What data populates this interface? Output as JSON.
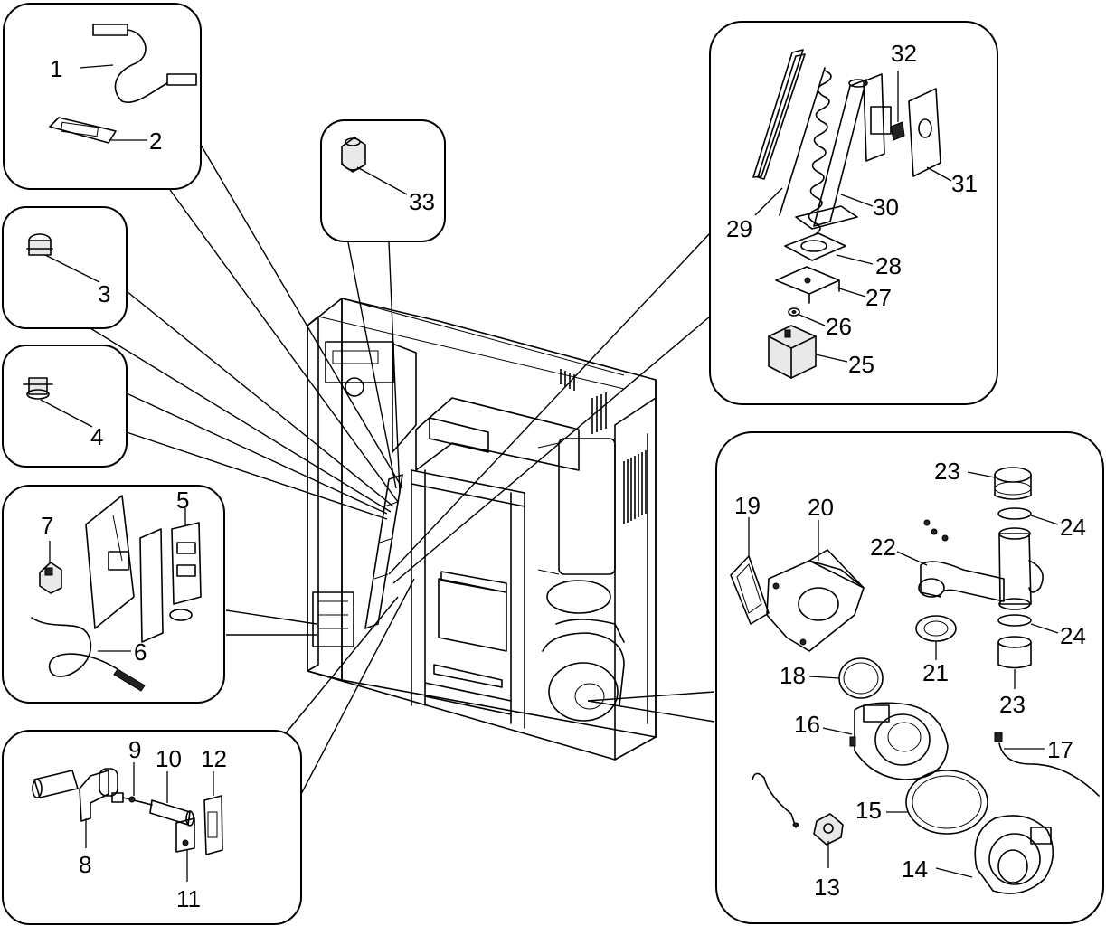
{
  "labels": {
    "p1": "1",
    "p2": "2",
    "p3": "3",
    "p4": "4",
    "p5": "5",
    "p6": "6",
    "p7": "7",
    "p8": "8",
    "p9": "9",
    "p10": "10",
    "p11": "11",
    "p12": "12",
    "p13": "13",
    "p14": "14",
    "p15": "15",
    "p16": "16",
    "p17": "17",
    "p18": "18",
    "p19": "19",
    "p20": "20",
    "p21": "21",
    "p22": "22",
    "p23a": "23",
    "p23b": "23",
    "p24a": "24",
    "p24b": "24",
    "p25": "25",
    "p26": "26",
    "p27": "27",
    "p28": "28",
    "p29": "29",
    "p30": "30",
    "p31": "31",
    "p32": "32",
    "p33": "33"
  }
}
